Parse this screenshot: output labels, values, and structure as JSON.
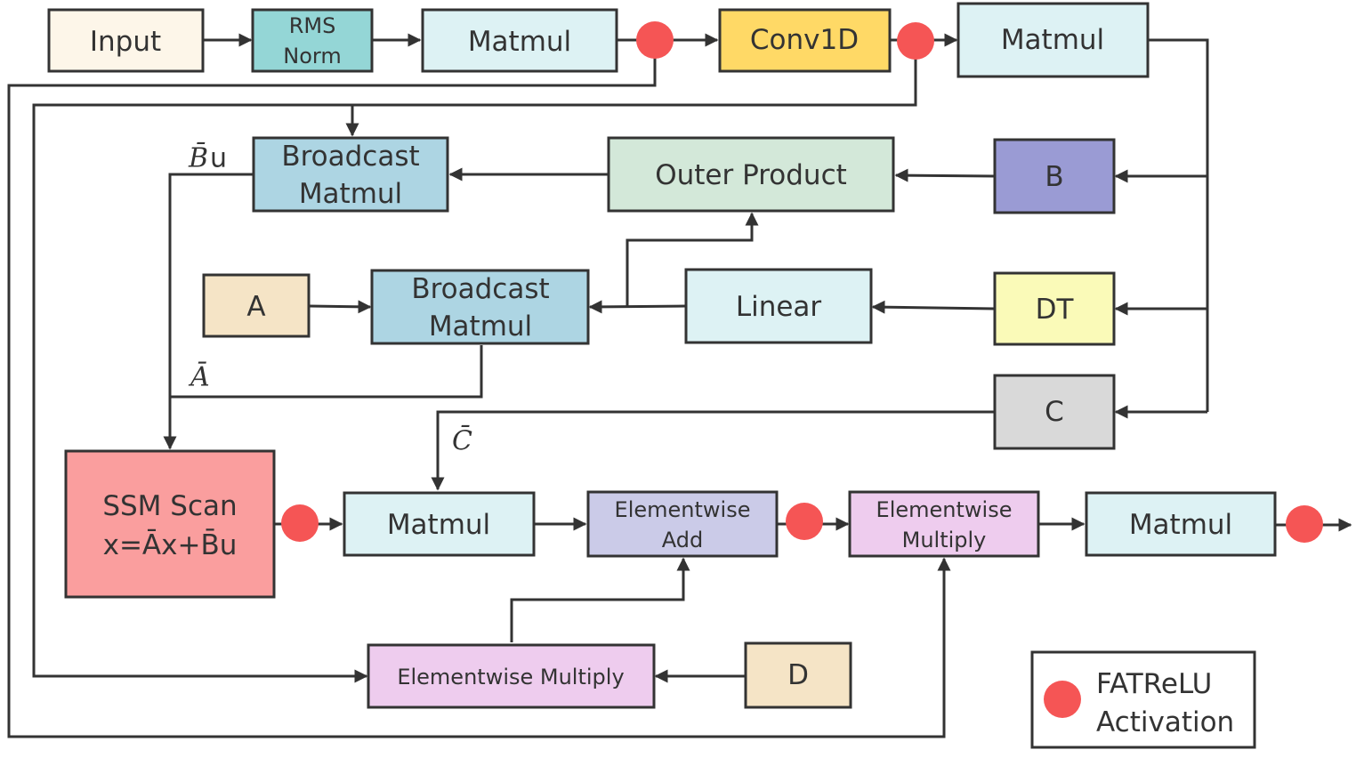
{
  "colors": {
    "input": "#FDF6E9",
    "rms_norm": "#94D6D6",
    "matmul": "#DDF2F4",
    "conv1d": "#FFD966",
    "broadcast_matmul": "#ADD5E3",
    "outer_product": "#D3E8D9",
    "b_block": "#9A9BD4",
    "dt_block": "#FAFAB8",
    "a_block": "#F5E4C6",
    "d_block": "#F5E4C6",
    "c_block": "#D9D9D9",
    "linear": "#DDF2F4",
    "ssm_scan": "#FA9E9E",
    "elementwise_add": "#CBCBE8",
    "elementwise_multiply": "#EECCEE",
    "fatrelu_dot": "#F55555",
    "line": "#333333"
  },
  "blocks": {
    "input": "Input",
    "rms_norm": [
      "RMS",
      "Norm"
    ],
    "matmul_1": "Matmul",
    "conv1d": "Conv1D",
    "matmul_2": "Matmul",
    "broadcast_matmul_top": [
      "Broadcast",
      "Matmul"
    ],
    "outer_product": "Outer Product",
    "b": "B",
    "a": "A",
    "broadcast_matmul_mid": [
      "Broadcast",
      "Matmul"
    ],
    "linear": "Linear",
    "dt": "DT",
    "c": "C",
    "ssm_scan": [
      "SSM Scan",
      "x=Āx+B̄u"
    ],
    "matmul_3": "Matmul",
    "elementwise_add": [
      "Elementwise",
      "Add"
    ],
    "elementwise_multiply_top": [
      "Elementwise",
      "Multiply"
    ],
    "matmul_4": "Matmul",
    "elementwise_multiply_bottom": "Elementwise Multiply",
    "d": "D"
  },
  "edge_labels": {
    "bbar": "B̄",
    "bbar_u": "u",
    "abar": "Ā",
    "cbar": "C̄"
  },
  "legend": {
    "line1": "FATReLU",
    "line2": "Activation"
  }
}
